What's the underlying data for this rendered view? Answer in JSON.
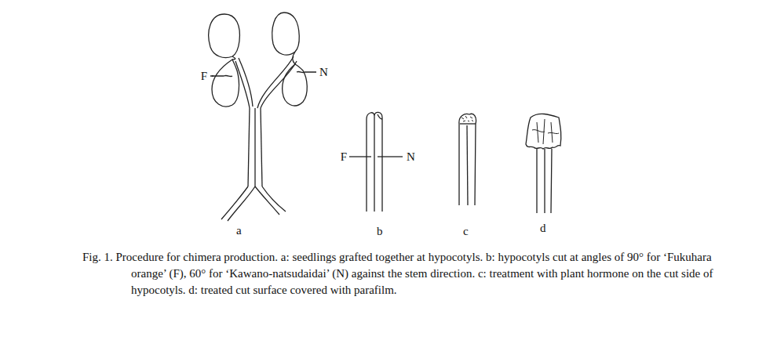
{
  "diagram": {
    "caption": "Fig. 1. Procedure for chimera production. a: seedlings grafted together at hypocotyls. b: hypocotyls cut at angles of 90° for ‘Fukuhara orange’ (F), 60° for ‘Kawano-natsudaidai’ (N) against the stem direction. c: treatment with plant hormone on the cut side of hypocotyls. d: treated cut surface covered with parafilm.",
    "labels": [
      "F",
      "N",
      "a",
      "F",
      "N",
      "b",
      "c",
      "d"
    ]
  }
}
